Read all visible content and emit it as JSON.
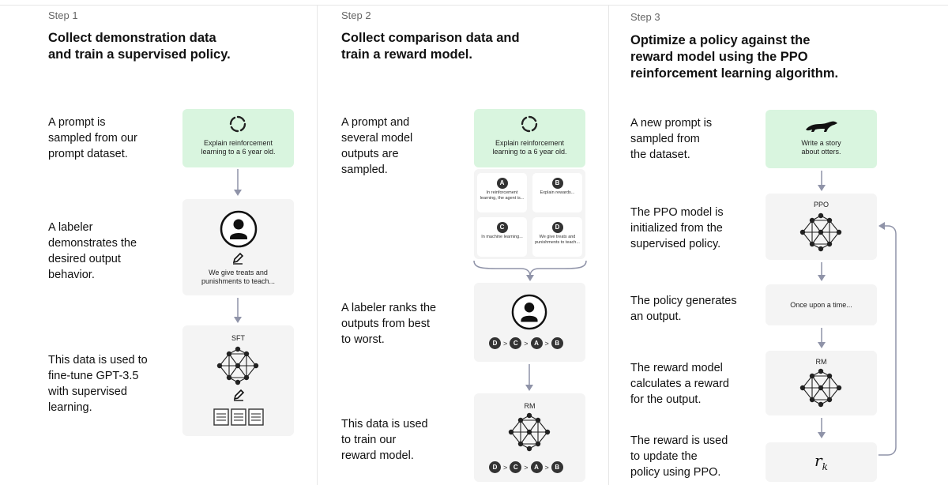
{
  "step1": {
    "label": "Step 1",
    "title_lines": [
      "Collect demonstration data",
      "and train a supervised policy."
    ],
    "desc1_lines": [
      "A prompt is",
      "sampled from our",
      "prompt dataset."
    ],
    "prompt_lines": [
      "Explain reinforcement",
      "learning to a 6 year old."
    ],
    "desc2_lines": [
      "A labeler",
      "demonstrates the",
      "desired output",
      "behavior."
    ],
    "output_lines": [
      "We give treats and",
      "punishments to teach..."
    ],
    "desc3_lines": [
      "This data is used to",
      "fine-tune GPT-3.5",
      "with supervised",
      "learning."
    ],
    "model_label": "SFT"
  },
  "step2": {
    "label": "Step 2",
    "title_lines": [
      "Collect comparison data and",
      "train a reward model."
    ],
    "desc1_lines": [
      "A prompt and",
      "several model",
      "outputs are",
      "sampled."
    ],
    "prompt_lines": [
      "Explain reinforcement",
      "learning to a 6 year old."
    ],
    "cards": [
      {
        "letter": "A",
        "text": "In reinforcement learning, the agent is..."
      },
      {
        "letter": "B",
        "text": "Explain rewards..."
      },
      {
        "letter": "C",
        "text": "In machine learning..."
      },
      {
        "letter": "D",
        "text": "We give treats and punishments to teach..."
      }
    ],
    "desc2_lines": [
      "A labeler ranks the",
      "outputs from best",
      "to worst."
    ],
    "ranking": [
      "D",
      "C",
      "A",
      "B"
    ],
    "desc3_lines": [
      "This data is used",
      "to train our",
      "reward model."
    ],
    "model_label": "RM"
  },
  "step3": {
    "label": "Step 3",
    "title_lines": [
      "Optimize a policy against the",
      "reward model using the PPO",
      "reinforcement learning algorithm."
    ],
    "desc1_lines": [
      "A new prompt is",
      "sampled from",
      "the dataset."
    ],
    "prompt_lines": [
      "Write a story",
      "about otters."
    ],
    "desc2_lines": [
      "The PPO model is",
      "initialized from the",
      "supervised policy."
    ],
    "ppo_label": "PPO",
    "desc3_lines": [
      "The policy generates",
      "an output."
    ],
    "output_text": "Once upon a time...",
    "desc4_lines": [
      "The reward model",
      "calculates a reward",
      "for the output."
    ],
    "rm_label": "RM",
    "desc5_lines": [
      "The reward is used",
      "to update the",
      "policy using PPO."
    ],
    "reward_symbol": "r",
    "reward_sub": "k"
  },
  "colors": {
    "green_box": "#d9f5df",
    "gray_box": "#f4f4f4",
    "arrow": "#8f93a8",
    "dark": "#333333"
  }
}
